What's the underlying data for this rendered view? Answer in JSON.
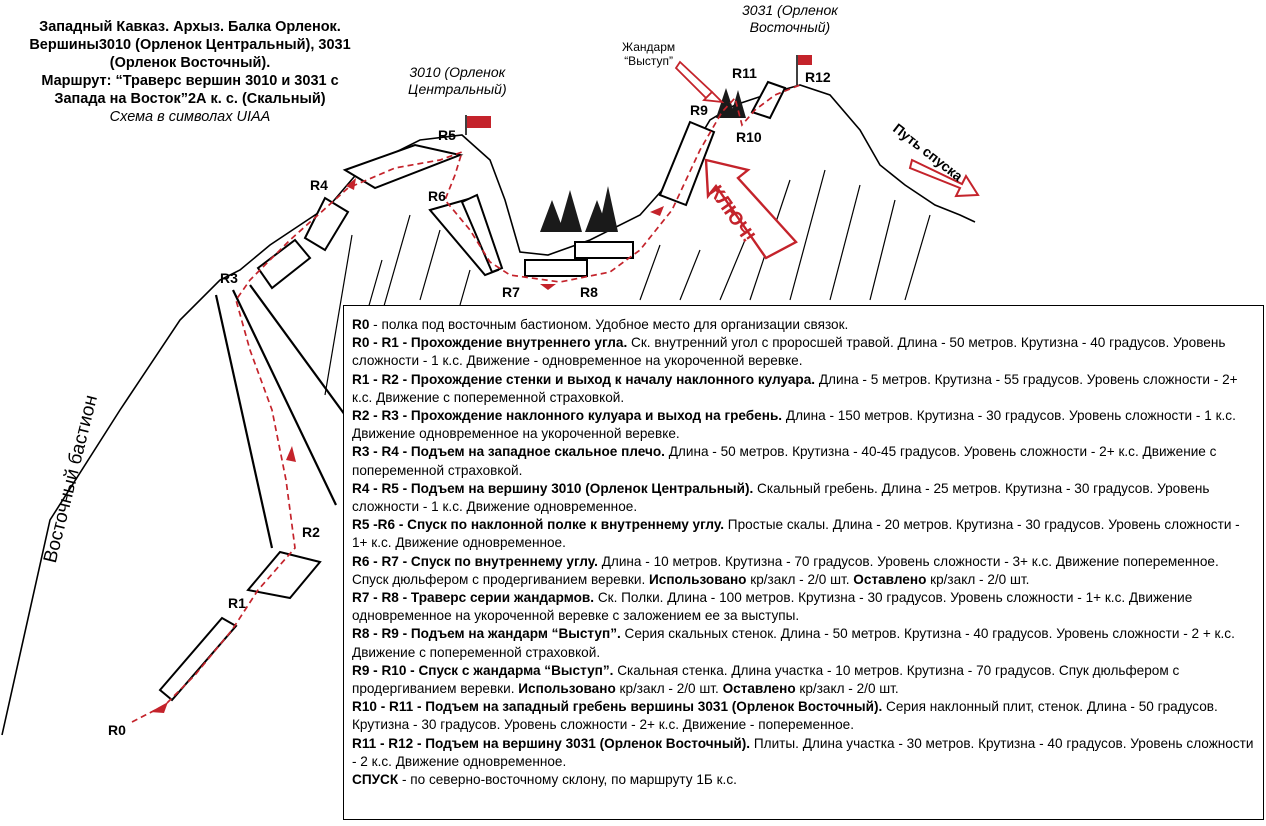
{
  "title": {
    "line1": "Западный Кавказ. Архыз. Балка Орленок.",
    "line2": "Вершины3010 (Орленок Центральный), 3031",
    "line3": "(Орленок Восточный).",
    "line4": "Маршрут: “Траверс вершин 3010 и 3031 с",
    "line5": "Запада на Восток”2А к. с. (Скальный)",
    "subtitle": "Схема в символах UIAA"
  },
  "peaks": {
    "central_line1": "3010 (Орленок",
    "central_line2": "Центральный)",
    "eastern_line1": "3031 (Орленок",
    "eastern_line2": "Восточный)"
  },
  "gendarme": {
    "line1": "Жандарм",
    "line2": "“Выступ”"
  },
  "side_label": "Восточный бастион",
  "descent_label": "Путь спуска",
  "key_label": "КЛЮЧ!",
  "route_points": [
    "R0",
    "R1",
    "R2",
    "R3",
    "R4",
    "R5",
    "R6",
    "R7",
    "R8",
    "R9",
    "R10",
    "R11",
    "R12"
  ],
  "colors": {
    "route": "#c4232b",
    "flag": "#c4232b",
    "outline": "#000000"
  },
  "legend": [
    {
      "bold": "R0",
      "text": " - полка под восточным бастионом. Удобное место для организации связок."
    },
    {
      "bold": "R0 - R1 - Прохождение внутреннего угла.",
      "text": " Ск. внутренний угол с проросшей травой. Длина - 50 метров. Крутизна - 40 градусов. Уровень сложности - 1 к.с. Движение - одновременное на укороченной веревке."
    },
    {
      "bold": "R1 - R2 - Прохождение стенки и выход к началу наклонного кулуара.",
      "text": " Длина - 5 метров. Крутизна - 55 градусов. Уровень сложности - 2+ к.с. Движение с попеременной страховкой."
    },
    {
      "bold": "R2 - R3 - Прохождение наклонного кулуара и выход на гребень.",
      "text": " Длина - 150 метров. Крутизна - 30 градусов. Уровень сложности - 1 к.с. Движение одновременное на укороченной веревке."
    },
    {
      "bold": "R3 - R4 - Подъем на западное скальное плечо.",
      "text": " Длина - 50 метров. Крутизна - 40-45 градусов. Уровень сложности - 2+ к.с. Движение с попеременной страховкой."
    },
    {
      "bold": "R4 - R5 - Подъем на вершину 3010 (Орленок Центральный).",
      "text": " Скальный гребень. Длина - 25 метров. Крутизна - 30 градусов. Уровень сложности - 1 к.с. Движение одновременное."
    },
    {
      "bold": "R5 -R6 - Спуск по наклонной полке к внутреннему углу.",
      "text": " Простые скалы. Длина - 20 метров. Крутизна - 30 градусов. Уровень сложности - 1+ к.с. Движение одновременное."
    },
    {
      "bold": "R6 - R7 - Спуск по внутреннему углу.",
      "text": " Длина - 10 метров. Крутизна - 70 градусов. Уровень сложности - 3+ к.с. Движение попеременное. Спуск дюльфером с продергиванием веревки.",
      "bold2": " Использовано",
      "text2": " кр/закл - 2/0 шт.",
      "bold3": " Оставлено",
      "text3": " кр/закл - 2/0 шт."
    },
    {
      "bold": "R7 - R8 - Траверс серии жандармов.",
      "text": " Ск. Полки. Длина - 100 метров. Крутизна - 30 градусов. Уровень сложности - 1+ к.с. Движение одновременное на укороченной веревке с заложением ее за выступы."
    },
    {
      "bold": "R8 - R9 - Подъем на жандарм “Выступ”.",
      "text": " Серия скальных стенок. Длина - 50 метров. Крутизна - 40 градусов. Уровень сложности - 2 + к.с. Движение с попеременной страховкой."
    },
    {
      "bold": "R9 - R10 - Спуск с жандарма “Выступ”.",
      "text": "  Скальная стенка. Длина участка - 10 метров. Крутизна - 70 градусов. Спук дюльфером с продергиванием веревки.",
      "bold2": " Использовано",
      "text2": " кр/закл - 2/0 шт.",
      "bold3": " Оставлено",
      "text3": " кр/закл - 2/0 шт."
    },
    {
      "bold": "R10 - R11 - Подъем на западный гребень вершины 3031 (Орленок Восточный).",
      "text": " Серия наклонный плит, стенок. Длина  - 50 градусов. Крутизна - 30 градусов. Уровень сложности - 2+ к.с. Движение - попеременное."
    },
    {
      "bold": "R11 - R12 - Подъем на вершину 3031 (Орленок Восточный).",
      "text": " Плиты. Длина участка - 30 метров. Крутизна - 40 градусов. Уровень сложности - 2 к.с. Движение одновременное."
    },
    {
      "bold": "СПУСК",
      "text": " -  по северно-восточному склону, по маршруту 1Б к.с."
    }
  ]
}
